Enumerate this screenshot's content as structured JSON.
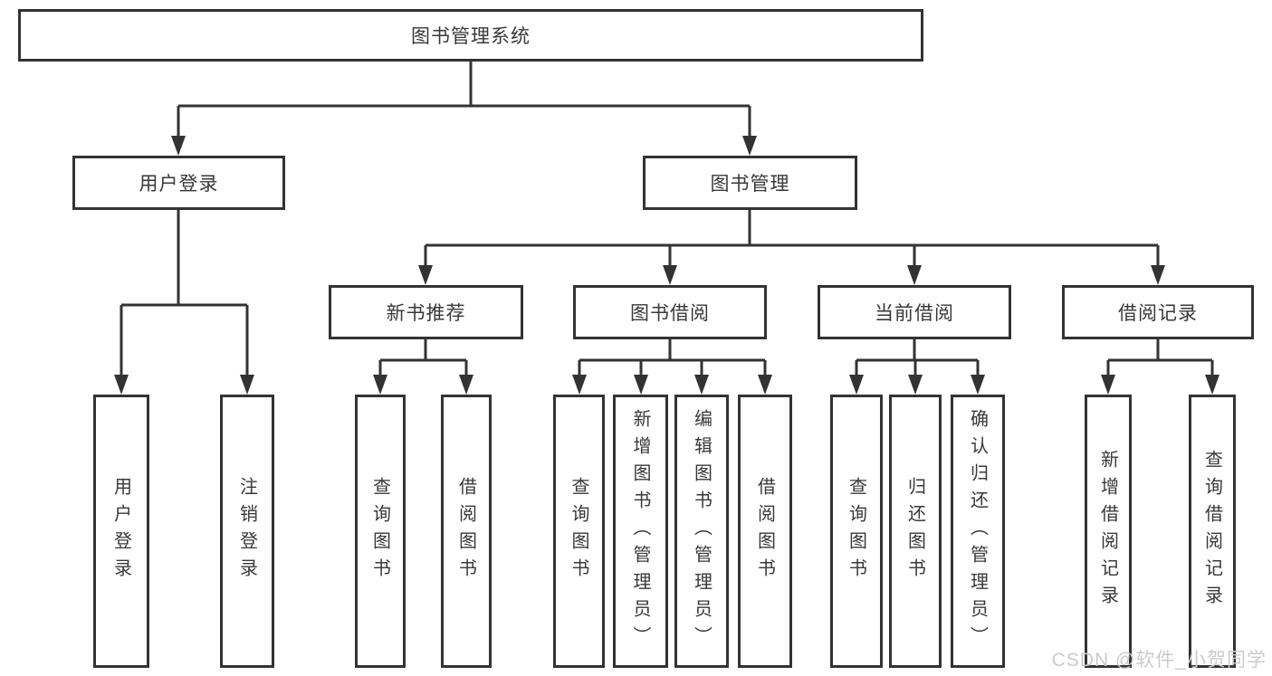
{
  "root": {
    "label": "图书管理系统"
  },
  "branches": [
    {
      "label": "用户登录",
      "children": [
        {
          "label": "用户登录"
        },
        {
          "label": "注销登录"
        }
      ]
    },
    {
      "label": "图书管理",
      "sections": [
        {
          "label": "新书推荐",
          "children": [
            {
              "label": "查询图书"
            },
            {
              "label": "借阅图书"
            }
          ]
        },
        {
          "label": "图书借阅",
          "children": [
            {
              "label": "查询图书"
            },
            {
              "label": "新增图书（管理员）"
            },
            {
              "label": "编辑图书（管理员）"
            },
            {
              "label": "借阅图书"
            }
          ]
        },
        {
          "label": "当前借阅",
          "children": [
            {
              "label": "查询图书"
            },
            {
              "label": "归还图书"
            },
            {
              "label": "确认归还（管理员）"
            }
          ]
        },
        {
          "label": "借阅记录",
          "children": [
            {
              "label": "新增借阅记录"
            },
            {
              "label": "查询借阅记录"
            }
          ]
        }
      ]
    }
  ],
  "watermark": "CSDN @软件_小贺同学",
  "colors": {
    "line": "#333333",
    "box_border": "#333333",
    "text": "#383838",
    "watermark": "#cbcbcb",
    "background": "#ffffff"
  }
}
